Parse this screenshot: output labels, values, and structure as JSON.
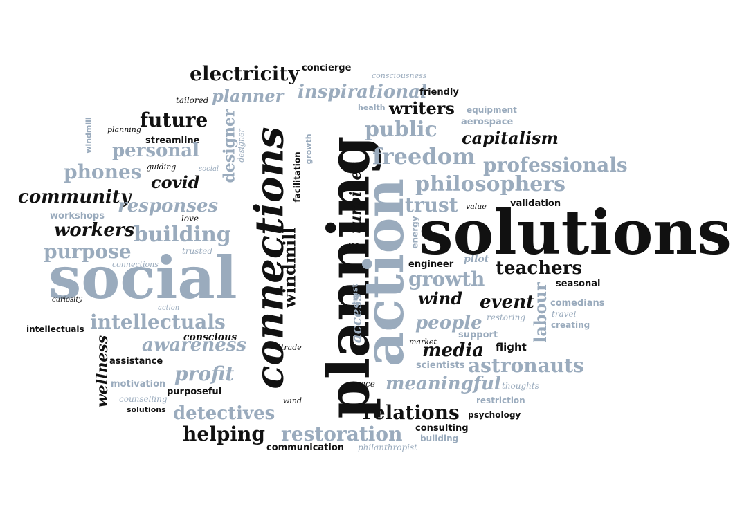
{
  "colors": {
    "dark": "#111111",
    "light": "#9aabbd",
    "background": "#ffffff"
  },
  "words": [
    "solutions",
    "social",
    "planning",
    "action",
    "connections",
    "windmill",
    "turbines",
    "electricity",
    "concierge",
    "consciousness",
    "planner",
    "inspirational",
    "friendly",
    "tailored",
    "health",
    "equipment",
    "writers",
    "future",
    "aerospace",
    "windmill",
    "planning",
    "designer",
    "streamline",
    "growth",
    "public",
    "capitalism",
    "personal",
    "freedom",
    "phones",
    "guiding",
    "social",
    "facilitation",
    "professionals",
    "covid",
    "designer",
    "philosophers",
    "community",
    "responses",
    "trust",
    "value",
    "validation",
    "workshops",
    "love",
    "energy",
    "workers",
    "building",
    "purpose",
    "life",
    "trusted",
    "connections",
    "engineer",
    "pilot",
    "teachers",
    "growth",
    "trust",
    "seasonal",
    "labour",
    "curiosity",
    "action",
    "wind",
    "event",
    "intellectuals",
    "access",
    "people",
    "comedians",
    "restoring",
    "travel",
    "creating",
    "intellectuals",
    "conscious",
    "trade",
    "awareness",
    "market",
    "support",
    "flight",
    "media",
    "scientists",
    "wellness",
    "assistance",
    "astronauts",
    "profit",
    "space",
    "meaningful",
    "thoughts",
    "motivation",
    "purposeful",
    "counselling",
    "wind",
    "restriction",
    "solutions",
    "detectives",
    "relations",
    "psychology",
    "consulting",
    "helping",
    "restoration",
    "building",
    "communication",
    "philanthropist"
  ]
}
